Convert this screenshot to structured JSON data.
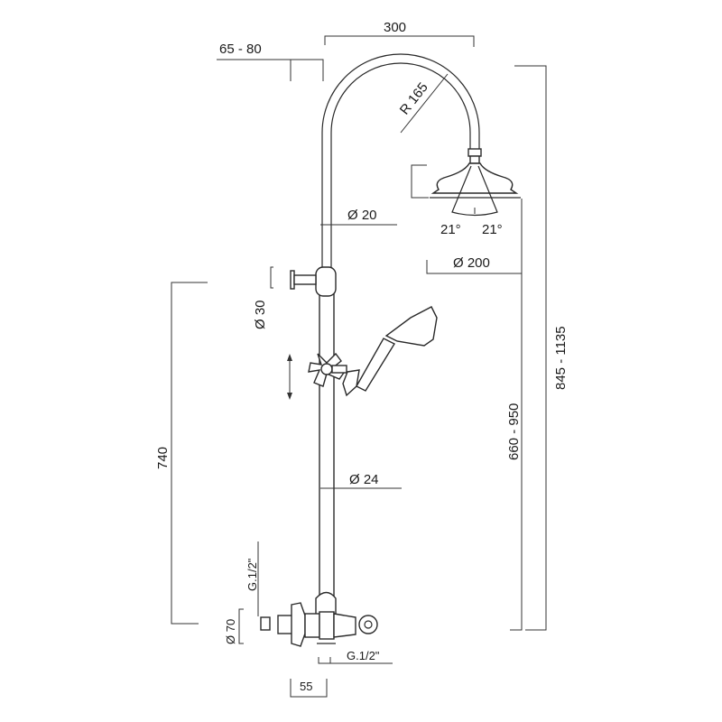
{
  "dimensions": {
    "width_arm": "300",
    "wall_offset": "65 - 80",
    "radius": "R 165",
    "pipe_upper_diameter": "Ø 20",
    "spray_angle_left": "21°",
    "spray_angle_right": "21°",
    "head_diameter": "Ø 200",
    "total_height": "845 - 1135",
    "head_height": "660 - 950",
    "bracket_diameter": "Ø 30",
    "rail_height": "740",
    "pipe_lower_diameter": "Ø 24",
    "inlet_thread_vertical": "G.1/2\"",
    "flange_diameter": "Ø 70",
    "outlet_thread": "G.1/2\"",
    "valve_depth": "55"
  }
}
